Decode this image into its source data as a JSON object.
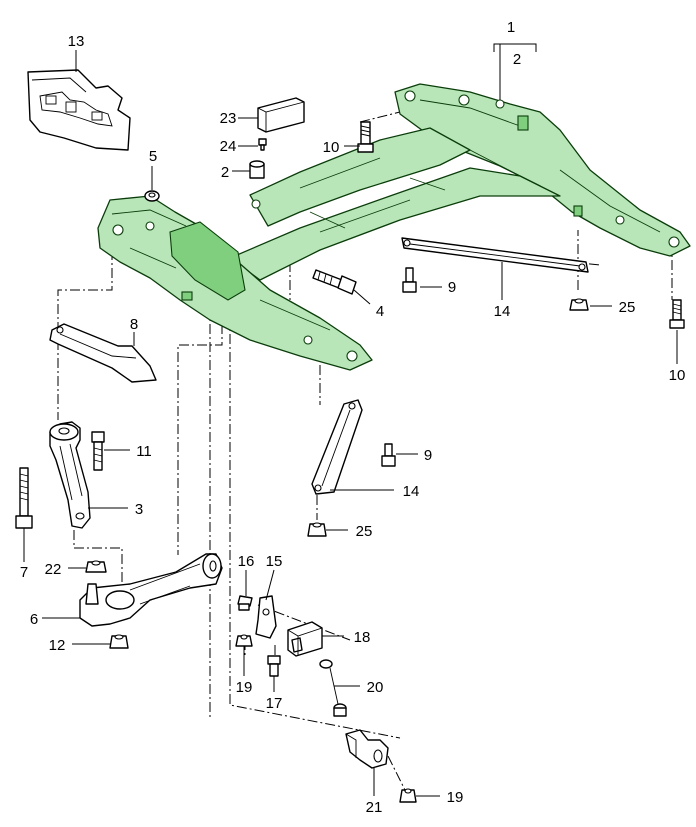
{
  "diagram": {
    "labels": {
      "l1": "1",
      "l2_top": "2",
      "l2": "2",
      "l3": "3",
      "l4": "4",
      "l5": "5",
      "l6": "6",
      "l7": "7",
      "l8": "8",
      "l9_a": "9",
      "l9_b": "9",
      "l10_a": "10",
      "l10_b": "10",
      "l11": "11",
      "l12": "12",
      "l13": "13",
      "l14_a": "14",
      "l14_b": "14",
      "l15": "15",
      "l16": "16",
      "l17": "17",
      "l18": "18",
      "l19_a": "19",
      "l19_b": "19",
      "l20": "20",
      "l21": "21",
      "l22": "22",
      "l23": "23",
      "l24": "24",
      "l25_a": "25",
      "l25_b": "25"
    },
    "colors": {
      "frame_fill": "#b8e6b8",
      "frame_stroke": "#0b3d0b",
      "line": "#000000"
    }
  }
}
